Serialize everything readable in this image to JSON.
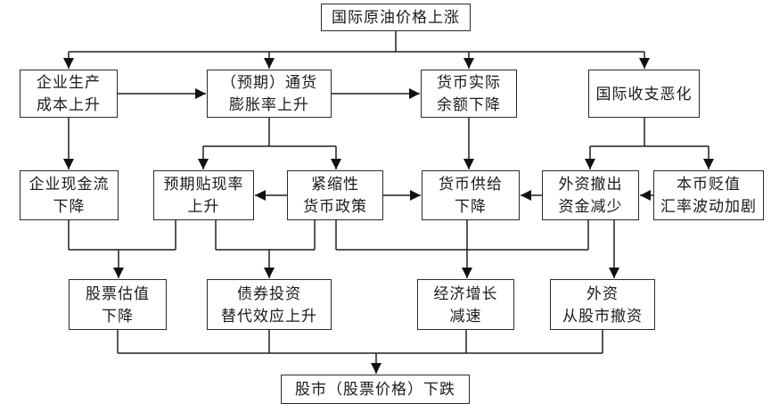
{
  "diagram": {
    "background_color": "#ffffff",
    "line_color": "#1f1f1f",
    "nodes": {
      "oil": {
        "lines": [
          "国际原油价格上涨"
        ]
      },
      "b1": {
        "lines": [
          "企业生产",
          "成本上升"
        ]
      },
      "b2": {
        "lines": [
          "（预期）通货",
          "膨胀率上升"
        ]
      },
      "b3": {
        "lines": [
          "货币实际",
          "余额下降"
        ]
      },
      "b4": {
        "lines": [
          "国际收支恶化"
        ]
      },
      "c1": {
        "lines": [
          "企业现金流",
          "下降"
        ]
      },
      "c2": {
        "lines": [
          "预期贴现率",
          "上升"
        ]
      },
      "c3": {
        "lines": [
          "紧缩性",
          "货币政策"
        ]
      },
      "c4": {
        "lines": [
          "货币供给",
          "下降"
        ]
      },
      "c5": {
        "lines": [
          "外资撤出",
          "资金减少"
        ]
      },
      "c6": {
        "lines": [
          "本币贬值",
          "汇率波动加剧"
        ]
      },
      "d1": {
        "lines": [
          "股票估值",
          "下降"
        ]
      },
      "d2": {
        "lines": [
          "债券投资",
          "替代效应上升"
        ]
      },
      "d3": {
        "lines": [
          "经济增长",
          "减速"
        ]
      },
      "d4": {
        "lines": [
          "外资",
          "从股市撤资"
        ]
      },
      "bottom": {
        "lines": [
          "股市（股票价格）下跌"
        ]
      }
    },
    "edges": [
      {
        "from": "oil",
        "to": "b1"
      },
      {
        "from": "oil",
        "to": "b2"
      },
      {
        "from": "oil",
        "to": "b3"
      },
      {
        "from": "oil",
        "to": "b4"
      },
      {
        "from": "b1",
        "to": "b2"
      },
      {
        "from": "b2",
        "to": "b3"
      },
      {
        "from": "b1",
        "to": "c1"
      },
      {
        "from": "b2",
        "to": "c2"
      },
      {
        "from": "b2",
        "to": "c3"
      },
      {
        "from": "b3",
        "to": "c4"
      },
      {
        "from": "b4",
        "to": "c5"
      },
      {
        "from": "b4",
        "to": "c6"
      },
      {
        "from": "c3",
        "to": "c2"
      },
      {
        "from": "c3",
        "to": "c4"
      },
      {
        "from": "c5",
        "to": "c4"
      },
      {
        "from": "c6",
        "to": "c5"
      },
      {
        "from": "c1",
        "to": "d1"
      },
      {
        "from": "c2",
        "to": "d1"
      },
      {
        "from": "c2",
        "to": "d2"
      },
      {
        "from": "c3",
        "to": "d2"
      },
      {
        "from": "c3",
        "to": "d3"
      },
      {
        "from": "c4",
        "to": "d3"
      },
      {
        "from": "c5",
        "to": "d3"
      },
      {
        "from": "c5",
        "to": "d4"
      },
      {
        "from": "d1",
        "to": "bottom"
      },
      {
        "from": "d2",
        "to": "bottom"
      },
      {
        "from": "d3",
        "to": "bottom"
      },
      {
        "from": "d4",
        "to": "bottom"
      }
    ]
  }
}
